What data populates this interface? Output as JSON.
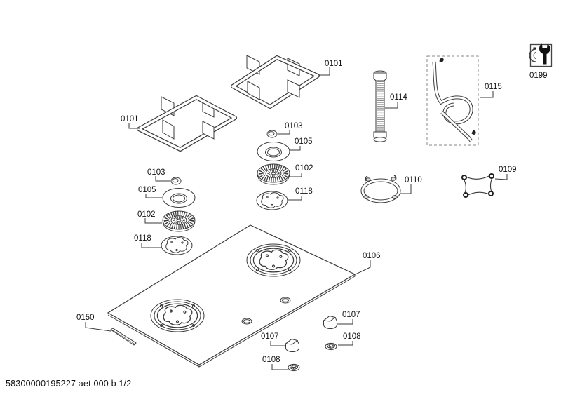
{
  "meta": {
    "background_color": "#ffffff",
    "ink_color": "#3a3a3a",
    "text_color": "#111111"
  },
  "footer": {
    "document_code": "58300000195227 aet 000 b 1/2"
  },
  "icons": {
    "service_tool": "wrench-tool-icon"
  },
  "labels": {
    "pan_support_left": "0101",
    "pan_support_right": "0101",
    "cap_seal_left": "0103",
    "cap_seal_mid": "0103",
    "burner_cap_left": "0105",
    "burner_cap_mid": "0105",
    "burner_head_left": "0102",
    "burner_head_mid": "0102",
    "burner_plate_left": "0118",
    "burner_plate_mid": "0118",
    "hose": "0114",
    "gas_pipe": "0115",
    "wok_ring": "0110",
    "small_pan_support": "0109",
    "cooktop": "0106",
    "knob_front": "0107",
    "knob_right": "0107",
    "grommet_front": "0108",
    "grommet_right": "0108",
    "trim_strip": "0150",
    "service_tool": "0199"
  }
}
